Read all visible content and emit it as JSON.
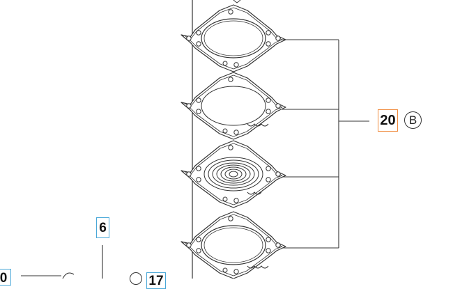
{
  "diagram": {
    "callouts": {
      "part_20": {
        "number": "20",
        "letter": "B"
      },
      "part_6": {
        "number": "6"
      },
      "part_17": {
        "number": "17"
      },
      "left_edge_label": "0"
    },
    "parts": [
      "gasket-top",
      "diaphragm",
      "pump-diaphragm-spiral",
      "gasket-bottom"
    ],
    "colors": {
      "line": "#333333",
      "callout_orange": "#f08a3c",
      "callout_blue": "#4aa8d8"
    }
  }
}
